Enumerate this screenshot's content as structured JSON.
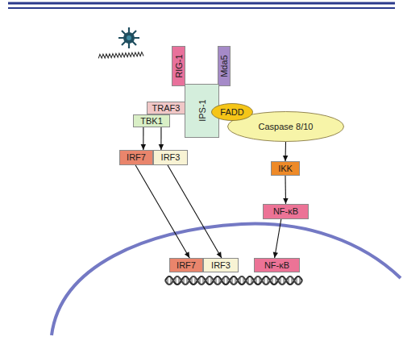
{
  "diagram": {
    "nodes": [
      {
        "text": [
          "RIG-1"
        ]
      },
      {
        "text": [
          "Mda5"
        ]
      },
      {
        "text": [
          "IPS-1"
        ]
      },
      {
        "text": [
          "TRAF3"
        ]
      },
      {
        "text": [
          "TBK1"
        ]
      },
      {
        "text": [
          "FADD"
        ]
      },
      {
        "text": [
          "Caspase 8/10"
        ]
      },
      {
        "text": [
          "IRF7"
        ]
      },
      {
        "text": [
          "IRF3"
        ]
      },
      {
        "text": [
          "IKK"
        ]
      },
      {
        "text": [
          "NF-κB"
        ]
      },
      {
        "text": [
          "IRF7"
        ]
      },
      {
        "text": [
          "IRF3"
        ]
      },
      {
        "text": [
          "NF-κB"
        ]
      }
    ],
    "edges": [
      {
        "from": 4,
        "to": 7,
        "arrow": "to"
      },
      {
        "from": 4,
        "to": 8,
        "arrow": "to"
      },
      {
        "from": 7,
        "to": 11,
        "arrow": "to"
      },
      {
        "from": 8,
        "to": 12,
        "arrow": "to"
      },
      {
        "from": 6,
        "to": 9,
        "arrow": "to"
      },
      {
        "from": 9,
        "to": 10,
        "arrow": "to"
      },
      {
        "from": 10,
        "to": 13,
        "arrow": "to"
      }
    ]
  }
}
